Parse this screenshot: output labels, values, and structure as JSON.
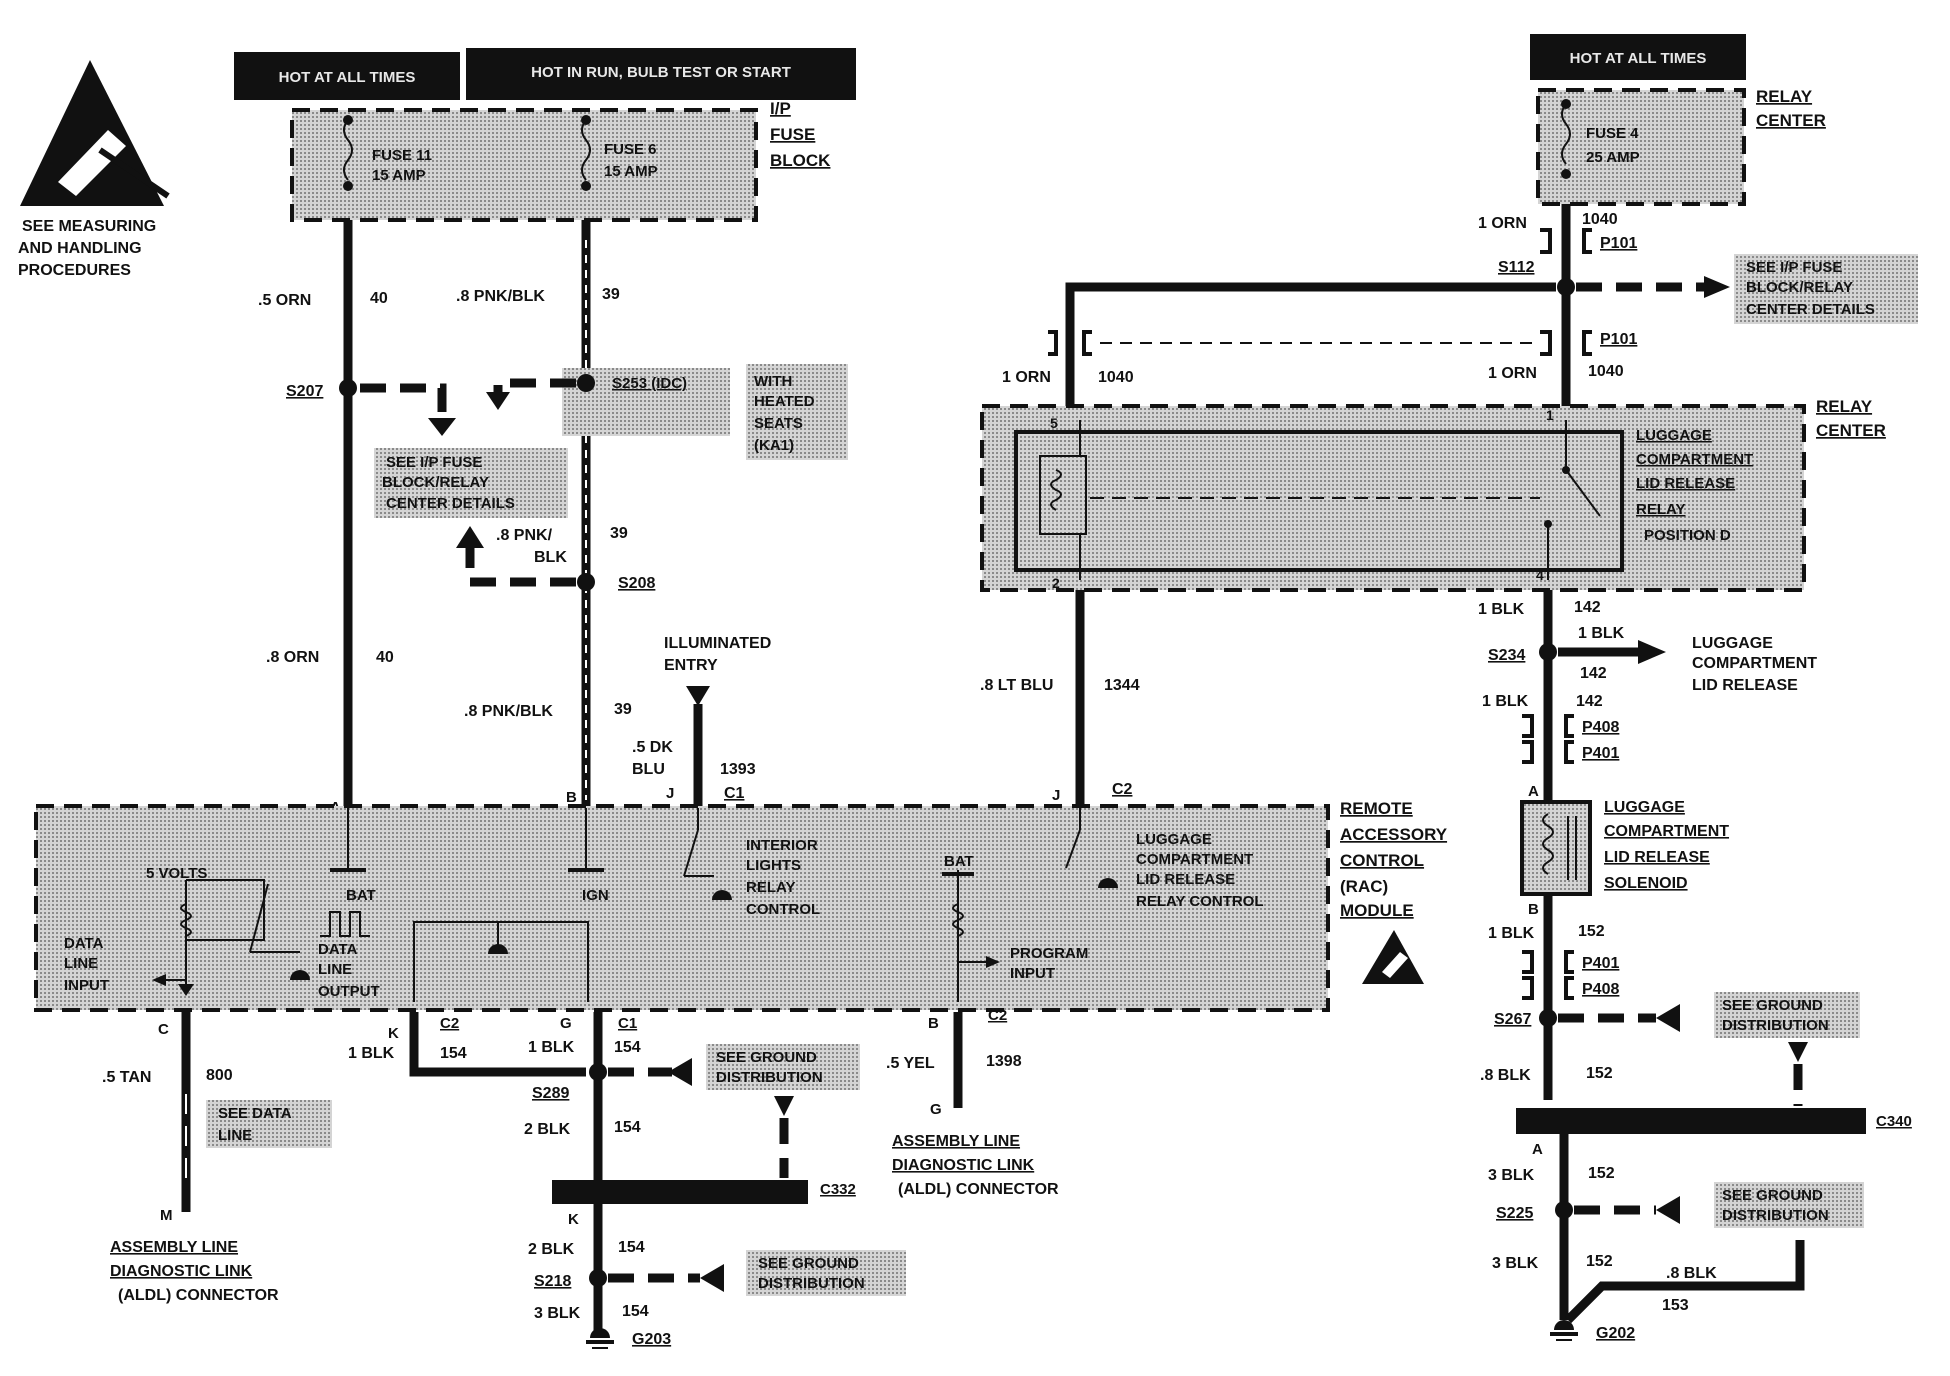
{
  "hot_labels": {
    "hot_at_all_times_left": "HOT AT ALL TIMES",
    "hot_run": "HOT IN RUN, BULB TEST OR START",
    "hot_at_all_times_right": "HOT AT ALL TIMES"
  },
  "esd": {
    "line1": "SEE MEASURING",
    "line2": "AND HANDLING",
    "line3": "PROCEDURES"
  },
  "ip_fuse_block": {
    "label": [
      "I/P",
      "FUSE",
      "BLOCK"
    ],
    "fuse11": [
      "FUSE 11",
      "15 AMP"
    ],
    "fuse6": [
      "FUSE 6",
      "15 AMP"
    ]
  },
  "relay_center_top": {
    "label": [
      "RELAY",
      "CENTER"
    ],
    "fuse4": [
      "FUSE 4",
      "25 AMP"
    ]
  },
  "circuit40": {
    "wire_upper": ".5 ORN",
    "num_upper": "40",
    "splice": "S207",
    "note": [
      "SEE I/P FUSE",
      "BLOCK/RELAY",
      "CENTER DETAILS"
    ],
    "wire_lower": ".8 ORN",
    "num_lower": "40",
    "pin": "A"
  },
  "circuit39": {
    "wire_upper": ".8 PNK/BLK",
    "num_upper": "39",
    "splice_idc": "S253 (IDC)",
    "heated": [
      "WITH",
      "HEATED",
      "SEATS",
      "(KA1)"
    ],
    "wire_mid": [
      ".8 PNK/",
      "BLK"
    ],
    "num_mid": "39",
    "splice": "S208",
    "wire_lower": ".8 PNK/BLK",
    "num_lower": "39",
    "pin": "B"
  },
  "illuminated_entry": {
    "label": [
      "ILLUMINATED",
      "ENTRY"
    ],
    "wire": [
      ".5 DK",
      "BLU"
    ],
    "num": "1393",
    "pin": "J",
    "conn": "C1"
  },
  "relay_right": {
    "wire1_left": "1 ORN",
    "num1_left": "1040",
    "conn_p101": "P101",
    "splice": "S112",
    "note": [
      "SEE I/P FUSE",
      "BLOCK/RELAY",
      "CENTER DETAILS"
    ],
    "wire2_left": "1 ORN",
    "num2_left": "1040",
    "wire2_right": "1 ORN",
    "num2_right": "1040",
    "relay_label": [
      "LUGGAGE",
      "COMPARTMENT",
      "LID RELEASE",
      "RELAY",
      "POSITION D"
    ],
    "center_label": [
      "RELAY",
      "CENTER"
    ],
    "pin5": "5",
    "pin1": "1",
    "pin2": "2",
    "pin4": "4"
  },
  "circuit1344": {
    "wire": ".8 LT BLU",
    "num": "1344",
    "pin": "J",
    "conn": "C2"
  },
  "circuit142": {
    "wire1": "1 BLK",
    "num1": "142",
    "splice": "S234",
    "branch_wire": "1 BLK",
    "branch_num": "142",
    "branch_label": [
      "LUGGAGE",
      "COMPARTMENT",
      "LID RELEASE"
    ],
    "wire2": "1 BLK",
    "num2": "142",
    "conn_a": "P408",
    "conn_b": "P401",
    "pin": "A"
  },
  "solenoid": {
    "label": [
      "LUGGAGE",
      "COMPARTMENT",
      "LID RELEASE",
      "SOLENOID"
    ],
    "pin_b": "B"
  },
  "circuit152": {
    "wire1": "1 BLK",
    "num1": "152",
    "conn_a": "P401",
    "conn_b": "P408",
    "splice1": "S267",
    "ground_note": [
      "SEE GROUND",
      "DISTRIBUTION"
    ],
    "wire2": ".8 BLK",
    "num2": "152",
    "bar_conn": "C340",
    "pin_a": "A",
    "wire3": "3 BLK",
    "num3": "152",
    "splice2": "S225",
    "ground_note2": [
      "SEE GROUND",
      "DISTRIBUTION"
    ],
    "wire4": "3 BLK",
    "num4": "152",
    "wire5": ".8 BLK",
    "num5": "153",
    "ground": "G202"
  },
  "rac_module": {
    "label": [
      "REMOTE",
      "ACCESSORY",
      "CONTROL",
      "(RAC)",
      "MODULE"
    ],
    "volts": "5 VOLTS",
    "data_in": [
      "DATA",
      "LINE",
      "INPUT"
    ],
    "data_out": [
      "DATA",
      "LINE",
      "OUTPUT"
    ],
    "bat": "BAT",
    "ign": "IGN",
    "interior": [
      "INTERIOR",
      "LIGHTS",
      "RELAY",
      "CONTROL"
    ],
    "bat2": "BAT",
    "program": [
      "PROGRAM",
      "INPUT"
    ],
    "luggage": [
      "LUGGAGE",
      "COMPARTMENT",
      "LID RELEASE",
      "RELAY CONTROL"
    ]
  },
  "circuit800": {
    "pin": "C",
    "wire": ".5 TAN",
    "num": "800",
    "note": [
      "SEE DATA",
      "LINE"
    ],
    "pin_m": "M",
    "aldl": [
      "ASSEMBLY LINE",
      "DIAGNOSTIC LINK",
      "(ALDL) CONNECTOR"
    ]
  },
  "circuit154": {
    "pin_k": "K",
    "conn_k": "C2",
    "wire_k": "1 BLK",
    "num_k": "154",
    "pin_g": "G",
    "conn_g": "C1",
    "wire_g": "1 BLK",
    "num_g": "154",
    "splice": "S289",
    "ground_note": [
      "SEE GROUND",
      "DISTRIBUTION"
    ],
    "wire2": "2 BLK",
    "num2": "154",
    "bar_conn": "C332",
    "pin_k2": "K",
    "wire3": "2 BLK",
    "num3": "154",
    "splice2": "S218",
    "ground_note2": [
      "SEE GROUND",
      "DISTRIBUTION"
    ],
    "wire4": "3 BLK",
    "num4": "154",
    "ground": "G203"
  },
  "circuit1398": {
    "pin": "B",
    "conn": "C2",
    "wire": ".5 YEL",
    "num": "1398",
    "pin_g": "G",
    "aldl": [
      "ASSEMBLY LINE",
      "DIAGNOSTIC LINK",
      "(ALDL) CONNECTOR"
    ]
  }
}
